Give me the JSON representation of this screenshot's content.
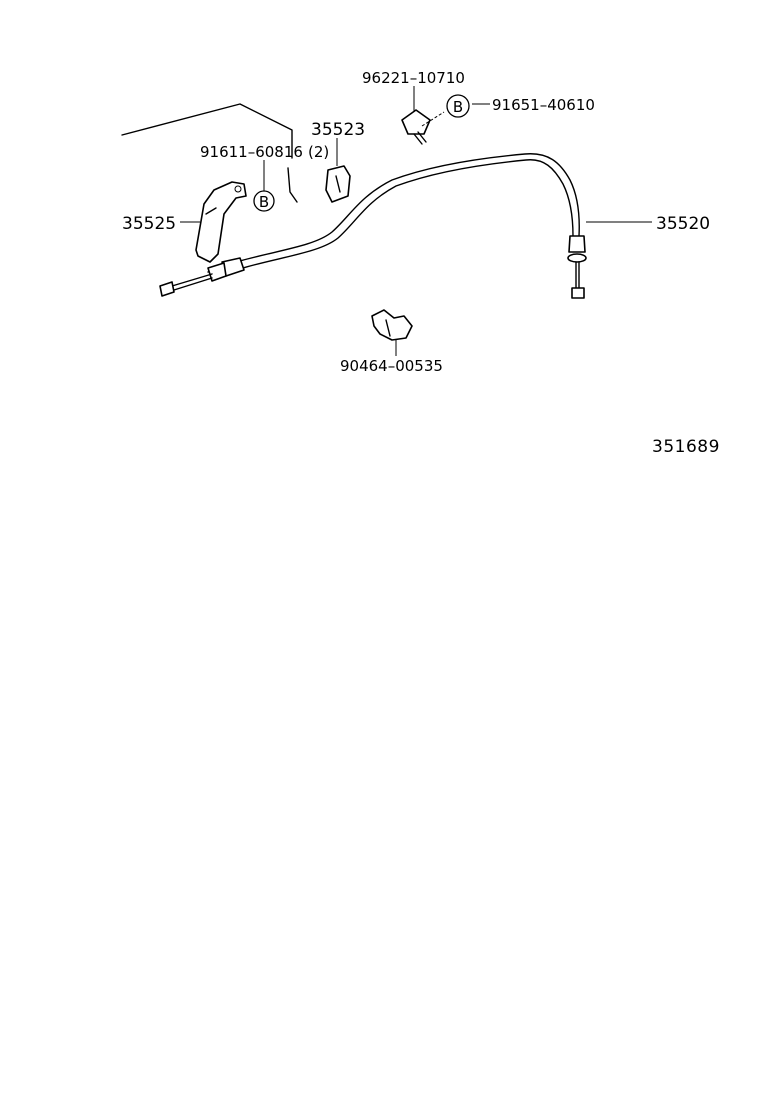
{
  "callouts": {
    "p35525": "35525",
    "p91611": "91611–60816",
    "p91611_qty": "(2)",
    "p35523": "35523",
    "p96221": "96221–10710",
    "p91651": "91651–40610",
    "p35520": "35520",
    "p90464": "90464–00535"
  },
  "symbols": {
    "bolt_ref_left": "B",
    "bolt_ref_right": "B"
  },
  "diagram_ref": "351689"
}
